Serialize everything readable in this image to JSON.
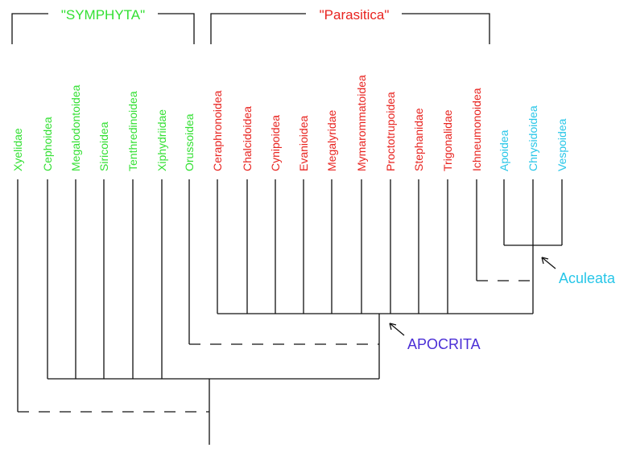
{
  "colors": {
    "symphyta": "#33e033",
    "parasitica": "#e8231f",
    "aculeata": "#27c6e8",
    "apocrita": "#4a2ed6",
    "lines": "#111111"
  },
  "groups": {
    "symphyta": "\"SYMPHYTA\"",
    "parasitica": "\"Parasitica\""
  },
  "clades": {
    "apocrita": "APOCRITA",
    "aculeata": "Aculeata"
  },
  "taxa": [
    {
      "name": "Xyelidae",
      "group": "symphyta"
    },
    {
      "name": "Cephoidea",
      "group": "symphyta"
    },
    {
      "name": "Megalodontoidea",
      "group": "symphyta"
    },
    {
      "name": "Siricoidea",
      "group": "symphyta"
    },
    {
      "name": "Tenthredinoidea",
      "group": "symphyta"
    },
    {
      "name": "Xiphydriidae",
      "group": "symphyta"
    },
    {
      "name": "Orussoidea",
      "group": "symphyta"
    },
    {
      "name": "Ceraphronoidea",
      "group": "parasitica"
    },
    {
      "name": "Chalcidoidea",
      "group": "parasitica"
    },
    {
      "name": "Cynipoidea",
      "group": "parasitica"
    },
    {
      "name": "Evanioidea",
      "group": "parasitica"
    },
    {
      "name": "Megalyridae",
      "group": "parasitica"
    },
    {
      "name": "Mymarommatoidea",
      "group": "parasitica"
    },
    {
      "name": "Proctotrupoidea",
      "group": "parasitica"
    },
    {
      "name": "Stephanidae",
      "group": "parasitica"
    },
    {
      "name": "Trigonalidae",
      "group": "parasitica"
    },
    {
      "name": "Ichneumonoidea",
      "group": "parasitica"
    },
    {
      "name": "Apoidea",
      "group": "aculeata"
    },
    {
      "name": "Chrysidoidea",
      "group": "aculeata"
    },
    {
      "name": "Vespoidea",
      "group": "aculeata"
    }
  ]
}
